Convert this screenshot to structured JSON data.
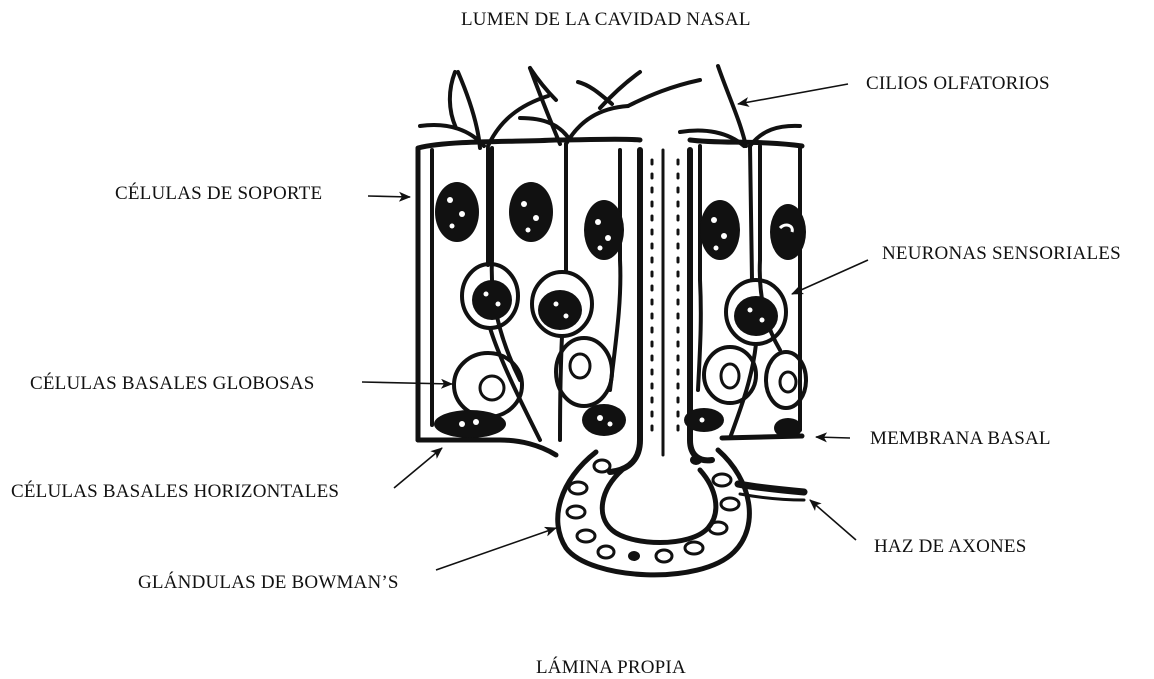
{
  "diagram": {
    "title_top": "LUMEN DE LA CAVIDAD NASAL",
    "title_bottom": "LÁMINA PROPIA",
    "labels": {
      "cilios": "CILIOS OLFATORIOS",
      "soporte": "CÉLULAS DE SOPORTE",
      "neuronas": "NEURONAS SENSORIALES",
      "globosas": "CÉLULAS BASALES GLOBOSAS",
      "membrana": "MEMBRANA BASAL",
      "horizontales": "CÉLULAS BASALES HORIZONTALES",
      "axones": "HAZ DE AXONES",
      "bowman": "GLÁNDULAS DE BOWMAN’S"
    }
  },
  "colors": {
    "ink": "#111111",
    "background": "#ffffff"
  }
}
